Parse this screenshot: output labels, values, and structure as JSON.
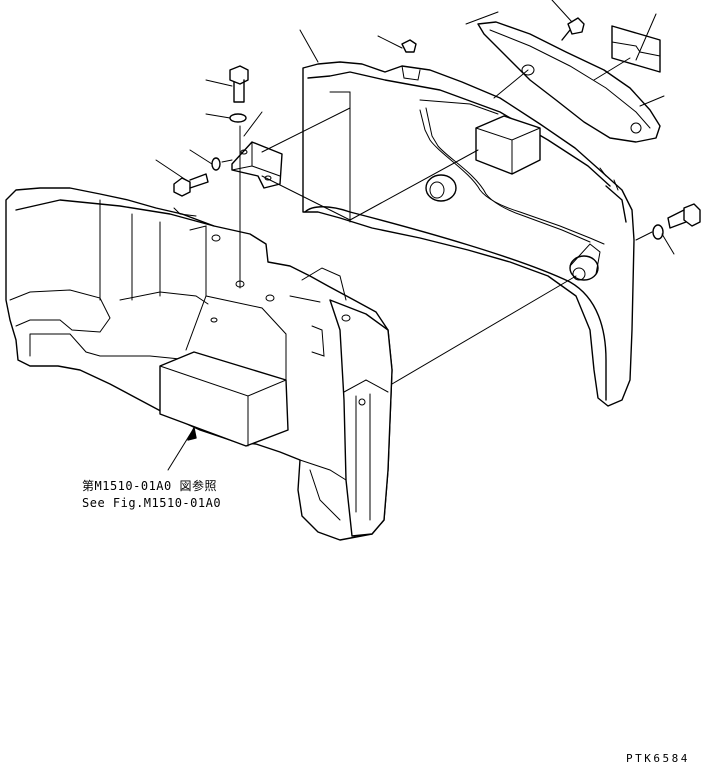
{
  "reference_note": {
    "line1": "第M1510-01A0 図参照",
    "line2": "See Fig.M1510-01A0"
  },
  "drawing_code": "PTK6584"
}
